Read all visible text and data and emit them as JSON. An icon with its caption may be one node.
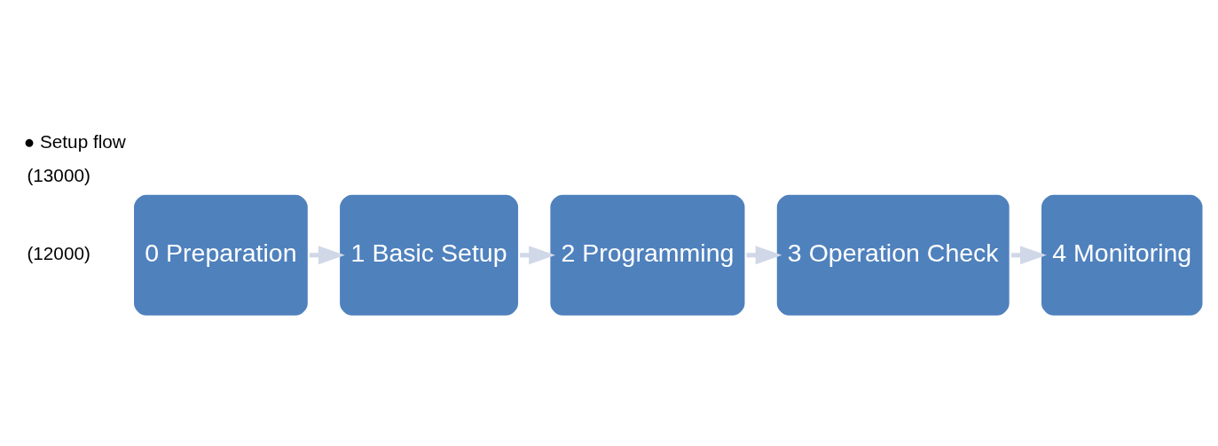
{
  "diagram": {
    "title": "● Setup flow",
    "nodes": [
      {
        "text": [
          "0 Preparation"
        ]
      },
      {
        "text": [
          "1 Basic Setup"
        ]
      },
      {
        "text": [
          "2 Programming"
        ]
      },
      {
        "text": [
          "3 Operation Check"
        ]
      },
      {
        "text": [
          "4 Monitoring"
        ]
      }
    ],
    "edges": [
      {
        "from": 0,
        "to": 1,
        "arrow": "to"
      },
      {
        "from": 1,
        "to": 2,
        "arrow": "to"
      },
      {
        "from": 2,
        "to": 3,
        "arrow": "to"
      },
      {
        "from": 3,
        "to": 4,
        "arrow": "to"
      }
    ],
    "labels": [
      "(12000)",
      "(13000)"
    ]
  }
}
